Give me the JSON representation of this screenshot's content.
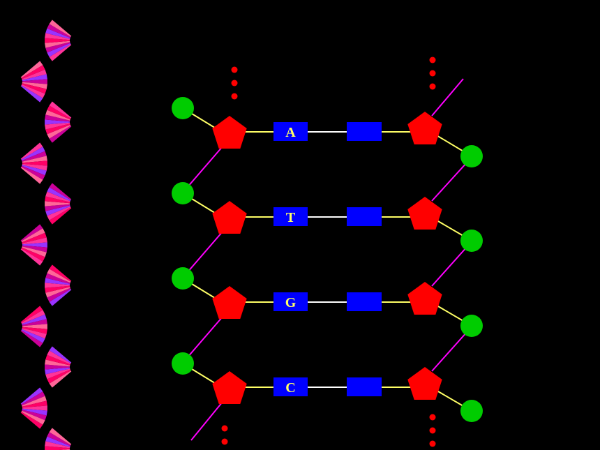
{
  "colors": {
    "background": "#000000",
    "phosphate": "#00cc00",
    "sugar": "#ff0000",
    "base": "#0000ff",
    "base_label": "#ffff66",
    "backbone_bond": "#ff00ff",
    "sugar_phosphate_bond": "#ffff66",
    "hydrogen_bond": "#ffffff",
    "continuation_dots": "#ff0000",
    "helix_palette": [
      "#ff3399",
      "#9933ff",
      "#cc0099",
      "#ff6699",
      "#ff0066"
    ]
  },
  "diagram": {
    "base_pairs": [
      {
        "left_base": "A",
        "right_base": ""
      },
      {
        "left_base": "T",
        "right_base": ""
      },
      {
        "left_base": "G",
        "right_base": ""
      },
      {
        "left_base": "C",
        "right_base": ""
      }
    ],
    "left_strand_icons": [
      "phosphate-circle-icon",
      "sugar-pentagon-icon"
    ],
    "right_strand_icons": [
      "sugar-pentagon-icon",
      "phosphate-circle-icon"
    ]
  }
}
